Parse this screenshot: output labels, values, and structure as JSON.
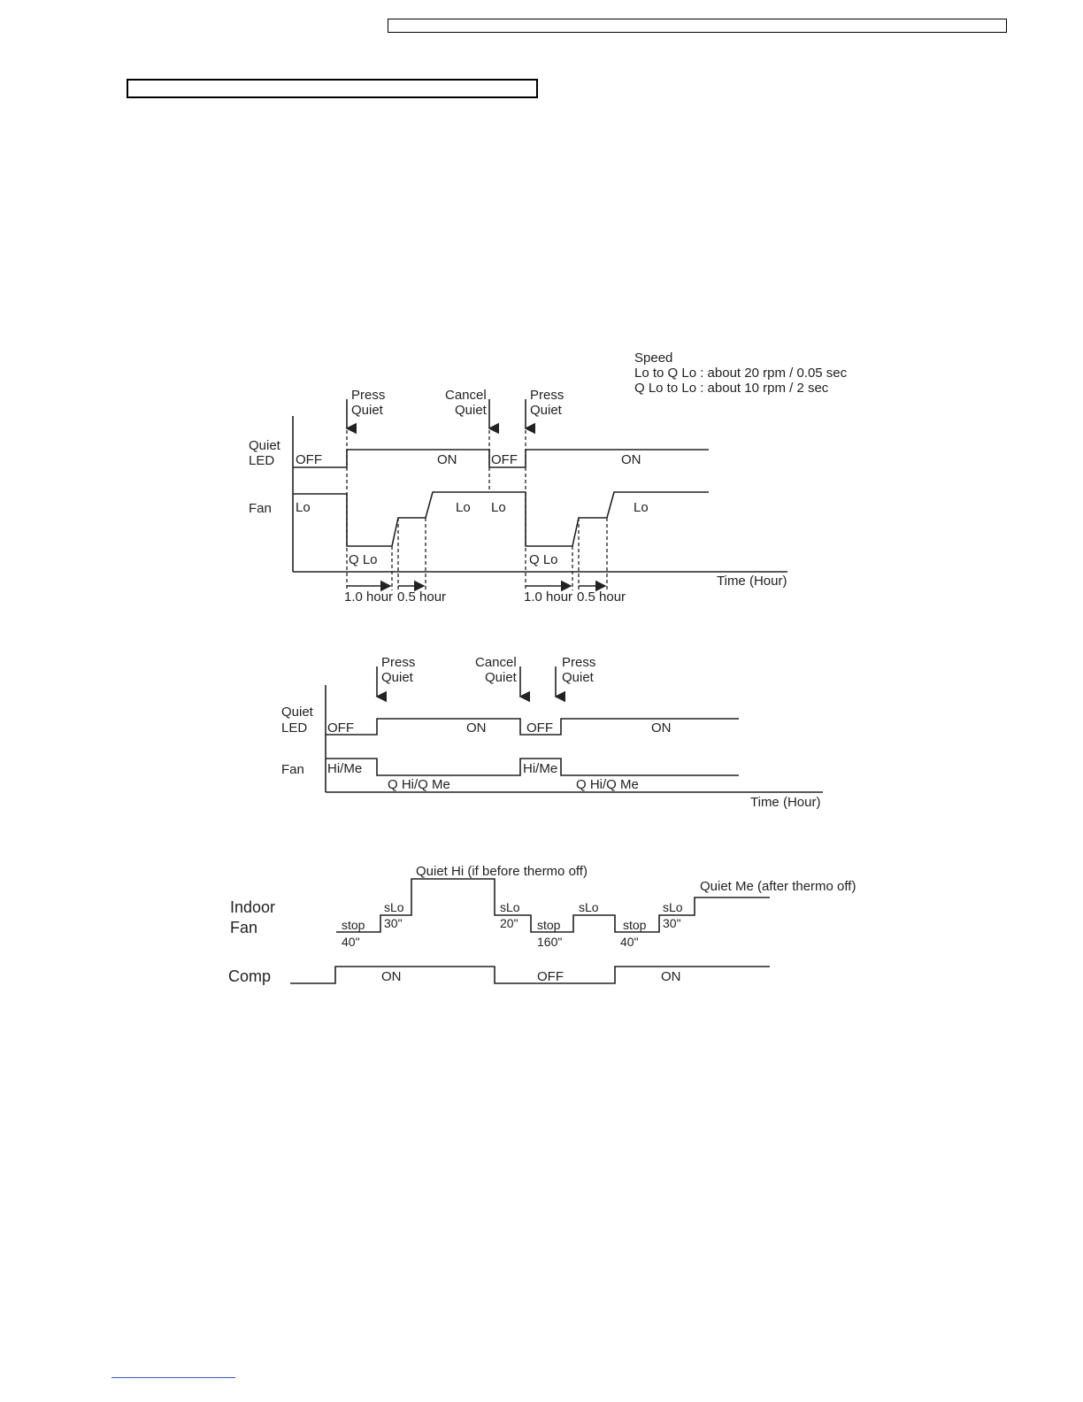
{
  "header": {
    "top_box_text": "",
    "section_box_text": ""
  },
  "speed_note": {
    "title": "Speed",
    "line1": "Lo to Q Lo :  about 20 rpm / 0.05 sec",
    "line2": "Q Lo to Lo :  about 10 rpm / 2 sec"
  },
  "diagram1": {
    "event_press_1": "Press",
    "event_press_1b": "Quiet",
    "event_cancel": "Cancel",
    "event_cancel_b": "Quiet",
    "event_press_2": "Press",
    "event_press_2b": "Quiet",
    "label_quiet": "Quiet",
    "label_led": "LED",
    "label_fan": "Fan",
    "led_off_1": "OFF",
    "led_on_1": "ON",
    "led_off_2": "OFF",
    "led_on_2": "ON",
    "fan_lo_1": "Lo",
    "fan_qlo_1": "Q Lo",
    "fan_lo_2": "Lo",
    "fan_lo_3": "Lo",
    "fan_qlo_2": "Q Lo",
    "fan_lo_4": "Lo",
    "dur_1": "1.0 hour",
    "dur_2": "0.5 hour",
    "dur_3": "1.0 hour",
    "dur_4": "0.5 hour",
    "axis": "Time (Hour)"
  },
  "diagram2": {
    "event_press_1": "Press",
    "event_press_1b": "Quiet",
    "event_cancel": "Cancel",
    "event_cancel_b": "Quiet",
    "event_press_2": "Press",
    "event_press_2b": "Quiet",
    "label_quiet": "Quiet",
    "label_led": "LED",
    "label_fan": "Fan",
    "led_off_1": "OFF",
    "led_on_1": "ON",
    "led_off_2": "OFF",
    "led_on_2": "ON",
    "fan_hime_1": "Hi/Me",
    "fan_qhi_1": "Q Hi/Q Me",
    "fan_hime_2": "Hi/Me",
    "fan_qhi_2": "Q Hi/Q Me",
    "axis": "Time (Hour)"
  },
  "diagram3": {
    "label_indoor": "Indoor",
    "label_fan": "Fan",
    "label_comp": "Comp",
    "quiet_hi": "Quiet Hi (if before thermo off)",
    "quiet_me": "Quiet Me (after thermo off)",
    "stop_1": "stop",
    "t_40_1": "40\"",
    "slo_1": "sLo",
    "t_30_1": "30\"",
    "slo_2": "sLo",
    "t_20": "20\"",
    "stop_2": "stop",
    "t_160": "160\"",
    "slo_3": "sLo",
    "stop_3": "stop",
    "t_40_2": "40\"",
    "slo_4": "sLo",
    "t_30_2": "30\"",
    "comp_on_1": "ON",
    "comp_off": "OFF",
    "comp_on_2": "ON"
  }
}
